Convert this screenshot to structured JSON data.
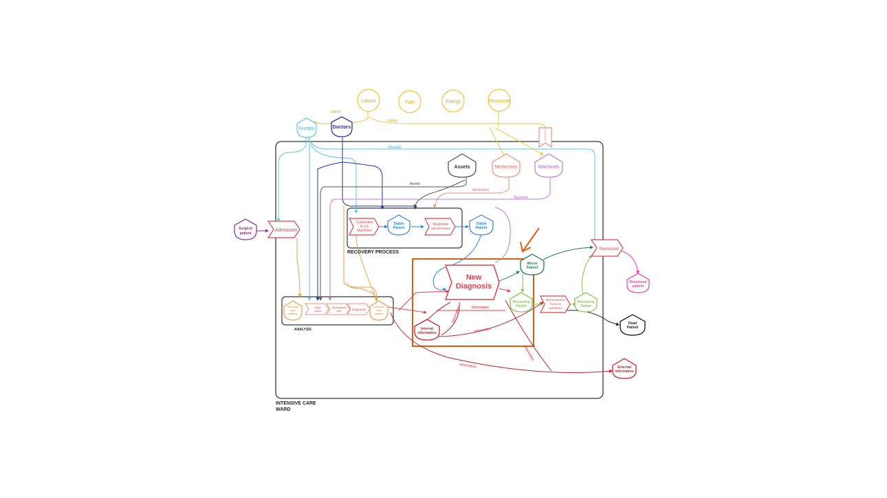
{
  "colors": {
    "yellow": "#f2c230",
    "cyan": "#55c8e6",
    "navy": "#2a2aa8",
    "grey": "#555555",
    "salmon": "#f0907a",
    "violet": "#c07ad8",
    "red": "#e0404a",
    "darkred": "#c41e2a",
    "blue": "#2f86d6",
    "orange": "#e8a040",
    "green": "#86c046",
    "teal": "#1f7a5a",
    "pink": "#e83ab0",
    "purple": "#8a2a8a",
    "highlight": "#e05a10",
    "frame": "#333333"
  },
  "diagram": {
    "resources": {
      "labour": "Labour",
      "fuel": "Fuel",
      "energy": "Energy",
      "resources": "Resources"
    },
    "staff": {
      "nurses": "Nurses",
      "doctors": "Doctors"
    },
    "inputs": {
      "assets": "Assets",
      "medecines": "Medecines",
      "machines": "Machines"
    },
    "patients": {
      "surgical": [
        "Surgical",
        "patient"
      ],
      "admission": "Admission",
      "stable1": [
        "Stable",
        "Patient"
      ],
      "stable2": [
        "Stable",
        "Patient"
      ],
      "worse": [
        "Worse",
        "Patient"
      ],
      "recovering1": [
        "Recovering",
        "Patient"
      ],
      "recovering2": [
        "Recovering",
        "Patient"
      ],
      "dismission": "Dismission",
      "dismissed": [
        "Dismissed",
        "patient"
      ],
      "dead": [
        "Dead",
        "Patient"
      ],
      "intensive1": [
        "Intensive",
        "care",
        "patient"
      ],
      "intensive2": [
        "Intensive",
        "care",
        "patient"
      ]
    },
    "processes": {
      "connection": [
        "Connection",
        "to LS",
        "Machines"
      ],
      "medicines_admin": [
        "Medicines",
        "administration"
      ],
      "new_diagnosis": [
        "New",
        "Diagnosis"
      ],
      "disconnection": [
        "Disconnection",
        "from LS",
        "machines"
      ],
      "initial_check": [
        "Initial",
        "check"
      ],
      "specialized": [
        "Specialized",
        "test"
      ],
      "diagnosis": "Diagnosis"
    },
    "information": {
      "internal": [
        "Internal",
        "information"
      ],
      "external": [
        "External",
        "information"
      ]
    },
    "labels": {
      "recovery": "RECOVERY PROCESS",
      "analysis": "ANALYSIS",
      "ward": [
        "INTENSIVE CARE",
        "WARD"
      ]
    },
    "flows": {
      "labour1": "Labour",
      "labour2": "Labour",
      "nurses": "Nurses",
      "assets": "Assets",
      "medecines": "Medecines",
      "machines": "Machines",
      "info1": "Information",
      "info2": "Information",
      "info3": "Information",
      "info4": "Information",
      "info5": "Information"
    }
  }
}
